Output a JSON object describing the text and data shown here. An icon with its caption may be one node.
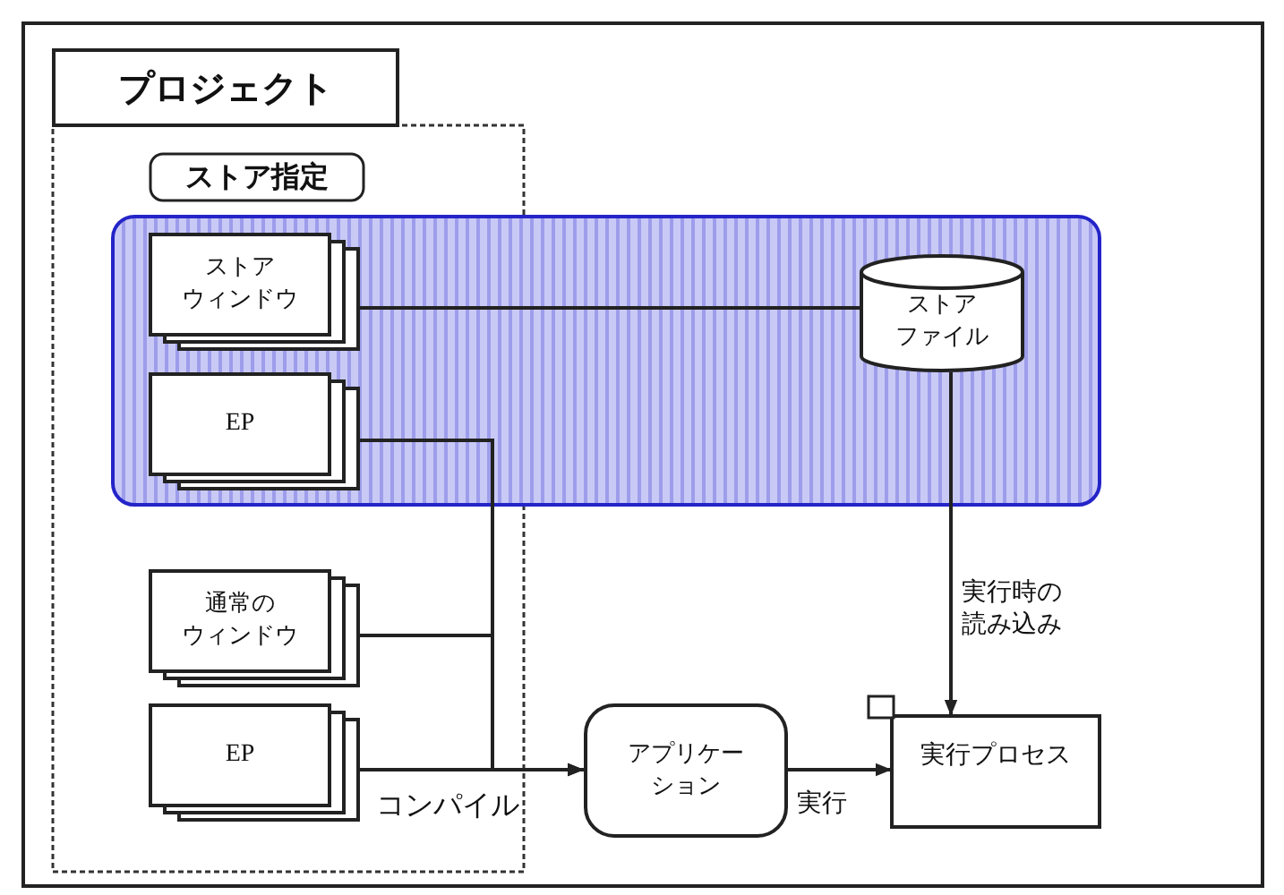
{
  "diagram": {
    "nodes": [
      {
        "text": [
          "プロジェクト"
        ]
      },
      {
        "text": [
          "ストア指定"
        ],
        "in": 0
      },
      {
        "text": [],
        "shape": "box"
      },
      {
        "text": [
          "ストアウィンドウ"
        ]
      },
      {
        "text": [
          "EP"
        ]
      },
      {
        "text": [
          "通常のウィンドウ"
        ],
        "in": 0
      },
      {
        "text": [
          "EP"
        ],
        "in": 0
      },
      {
        "text": [
          "ストアファイル"
        ],
        "in": 2
      },
      {
        "text": [
          "アプリケーション"
        ]
      },
      {
        "text": [
          "実行プロセス"
        ]
      }
    ],
    "edges": [
      {
        "from": 3,
        "to": 7,
        "arrow": "none"
      },
      {
        "from": 4,
        "to": 8,
        "arrow": "to"
      },
      {
        "from": 5,
        "to": 8,
        "arrow": "to"
      },
      {
        "from": 6,
        "to": 8,
        "arrow": "to",
        "label": "コンパイル"
      },
      {
        "from": 8,
        "to": 9,
        "arrow": "to",
        "label": "実行"
      },
      {
        "from": 7,
        "to": 9,
        "arrow": "to",
        "label": "実行時の読み込み"
      }
    ]
  }
}
